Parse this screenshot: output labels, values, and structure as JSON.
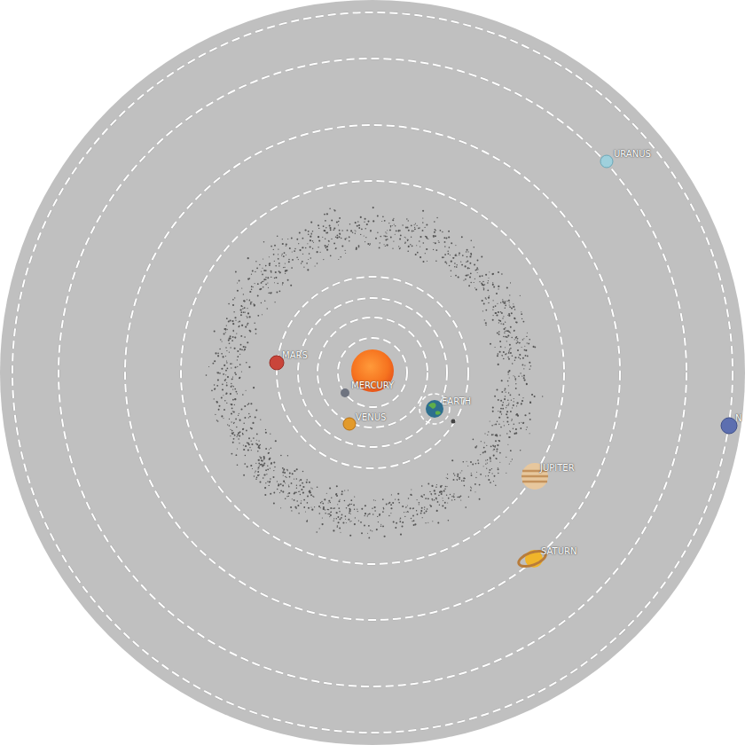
{
  "diagram": {
    "labels": [
      "MARS",
      "MERCURY",
      "EARTH",
      "VENUS",
      "JUPITER",
      "SATURN",
      "URANUS",
      "N"
    ]
  }
}
